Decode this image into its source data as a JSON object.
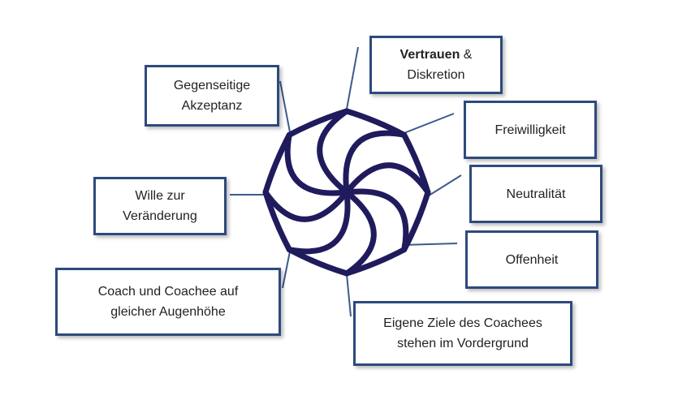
{
  "colors": {
    "flower": "#1f1b5c",
    "box_border": "#2e4a7d",
    "connector": "#3d5a8a"
  },
  "boxes": {
    "vertrauen": {
      "bold": "Vertrauen",
      "rest": " &",
      "line2": "Diskretion"
    },
    "akzeptanz": {
      "line1": "Gegenseitige",
      "line2": "Akzeptanz"
    },
    "freiwilligkeit": {
      "line1": "Freiwilligkeit"
    },
    "neutralitaet": {
      "line1": "Neutralität"
    },
    "wille": {
      "line1": "Wille zur",
      "line2": "Veränderung"
    },
    "offenheit": {
      "line1": "Offenheit"
    },
    "augenhoehe": {
      "line1": "Coach und Coachee auf",
      "line2": "gleicher Augenhöhe"
    },
    "ziele": {
      "line1": "Eigene Ziele des Coachees",
      "line2": "stehen im Vordergrund"
    }
  }
}
